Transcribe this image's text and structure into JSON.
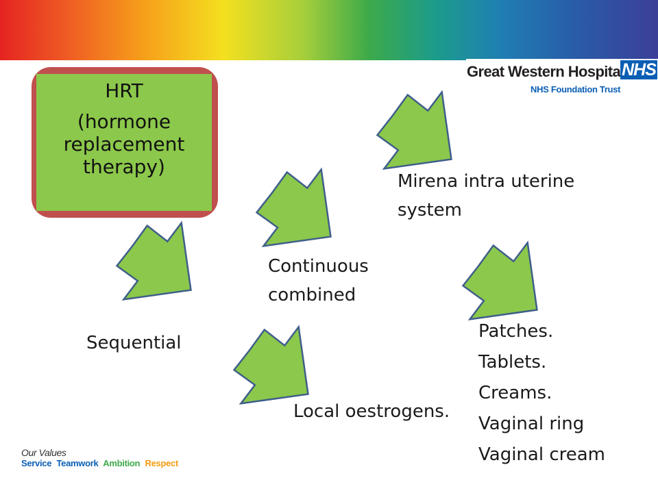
{
  "colors": {
    "box_border": "#c0504d",
    "box_fill": "#8cc84b",
    "arrow_fill": "#8cc84b",
    "arrow_stroke": "#3f5e8a",
    "nhs_blue": "#0a5eb4",
    "value_service": "#0a5eb4",
    "value_teamwork": "#0a5eb4",
    "value_ambition": "#3daa4a",
    "value_respect": "#f39c12"
  },
  "header": {
    "org_name": "Great Western Hospitals",
    "badge": "NHS",
    "trust": "NHS Foundation Trust"
  },
  "hrt_box": {
    "title": "HRT",
    "subtitle": "(hormone replacement therapy)"
  },
  "labels": {
    "mirena": "Mirena intra uterine\nsystem",
    "continuous": "Continuous\ncombined",
    "sequential": "Sequential",
    "local": "Local oestrogens.",
    "forms": "Patches.\nTablets.\nCreams.\nVaginal ring\nVaginal cream"
  },
  "arrow_icon": "down-right-arrow-icon",
  "footer": {
    "title": "Our Values",
    "values": [
      "Service",
      "Teamwork",
      "Ambition",
      "Respect"
    ]
  }
}
